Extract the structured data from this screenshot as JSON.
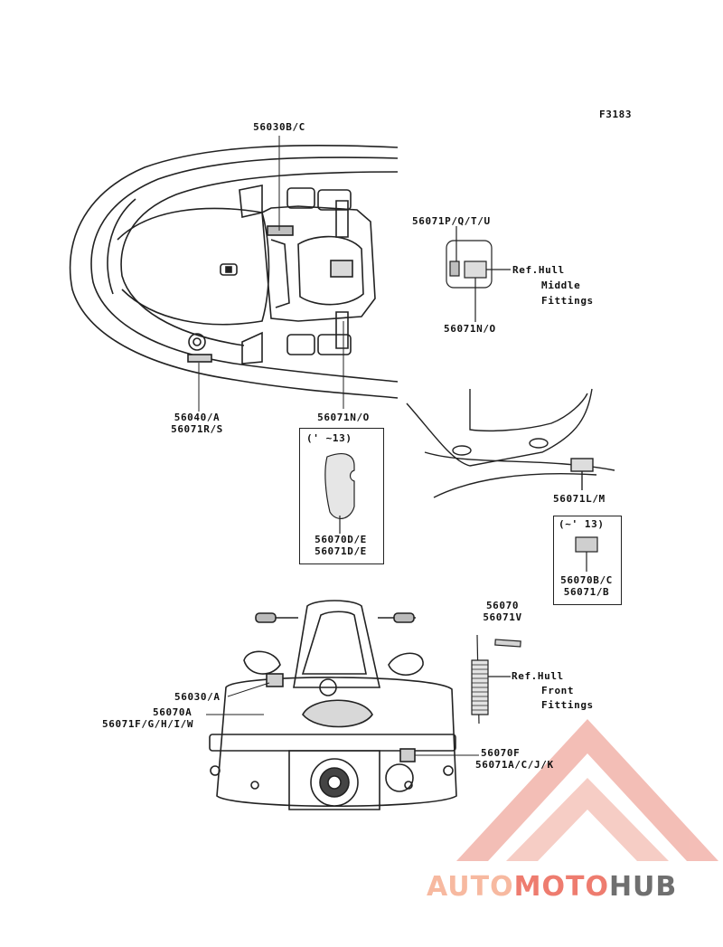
{
  "figure_code": "F3183",
  "labels": {
    "top_decal_upper": "56030B/C",
    "right_top_upper": "56071P/Q/T/U",
    "ref_hull_middle_1": "Ref.Hull",
    "ref_hull_middle_2": "Middle",
    "ref_hull_middle_3": "Fittings",
    "right_top_lower": "56071N/O",
    "left_bottom_1": "56040/A",
    "left_bottom_2": "56071R/S",
    "center_lower": "56071N/O",
    "box1_header": "(' ~13)",
    "box1_line1": "56070D/E",
    "box1_line2": "56071D/E",
    "seat_label": "56071L/M",
    "box2_header": "(~' 13)",
    "box2_line1": "56070B/C",
    "box2_line2": "56071/B",
    "strip_1": "56070",
    "strip_2": "56071V",
    "ref_hull_front_1": "Ref.Hull",
    "ref_hull_front_2": "Front",
    "ref_hull_front_3": "Fittings",
    "rear_left_1": "56030/A",
    "rear_left_2": "56070A",
    "rear_left_3": "56071F/G/H/I/W",
    "rear_right_1": "56070F",
    "rear_right_2": "56071A/C/J/K"
  },
  "watermark": {
    "part1": "AUTO",
    "part2": "MOTO",
    "part3": "HUB",
    "colors": {
      "light": "#f7b9a0",
      "red": "#ee7c6f",
      "gray": "#6f6f6f"
    }
  }
}
